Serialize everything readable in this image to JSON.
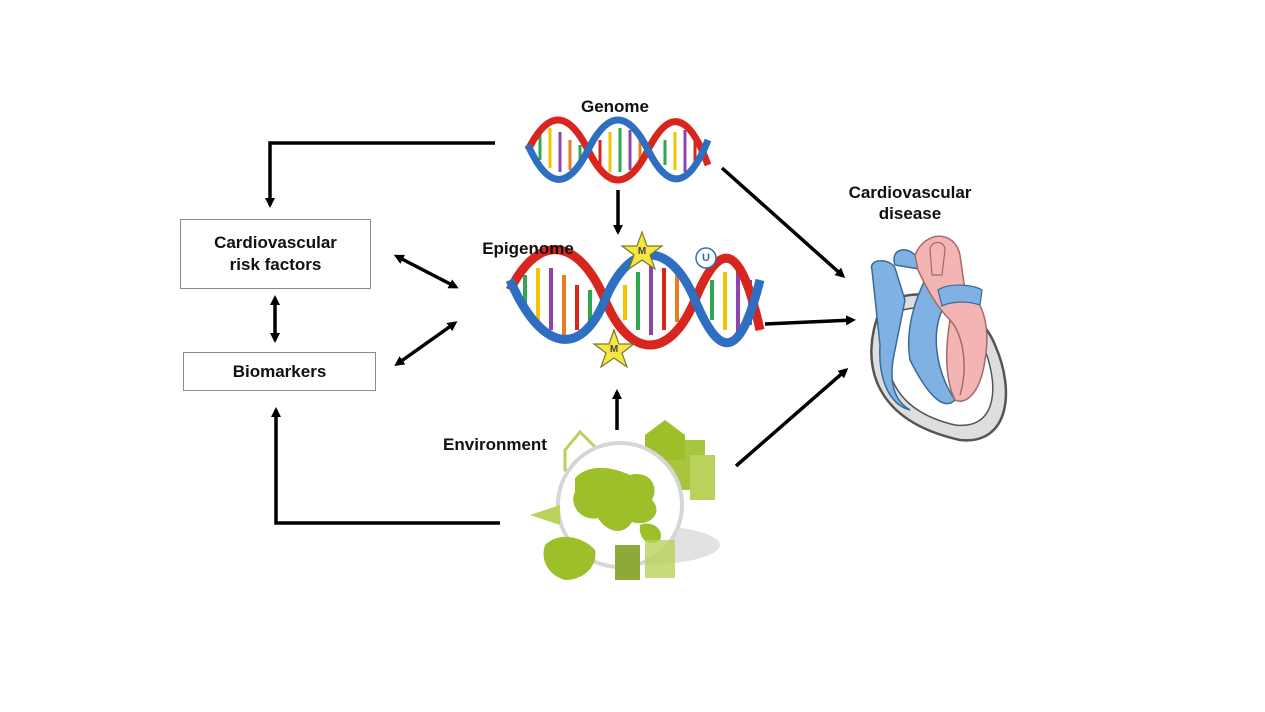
{
  "nodes": {
    "genome": "Genome",
    "epigenome": "Epigenome",
    "environment": "Environment",
    "disease_line1": "Cardiovascular",
    "disease_line2": "disease",
    "risk_line1": "Cardiovascular",
    "risk_line2": "risk factors",
    "biomarkers": "Biomarkers"
  },
  "marks": {
    "ubiquitin": "U",
    "star": "M"
  },
  "colors": {
    "helix_red": "#d8261e",
    "helix_blue": "#2f6fc2",
    "arrow": "#000000",
    "earth_green": "#9dbf2a",
    "heart_blue": "#7fb2e3",
    "heart_pink": "#f3b4b4",
    "star_yellow": "#f5e642"
  }
}
